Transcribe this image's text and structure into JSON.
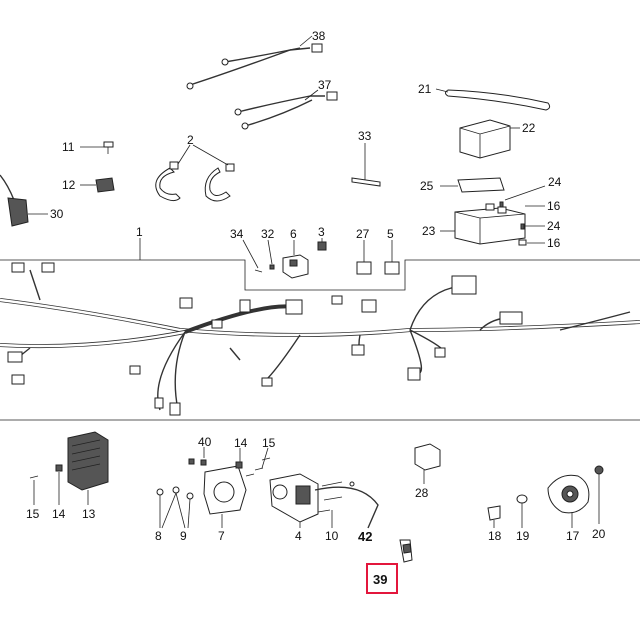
{
  "callouts": [
    {
      "id": "c38",
      "label": "38"
    },
    {
      "id": "c37",
      "label": "37"
    },
    {
      "id": "c21",
      "label": "21"
    },
    {
      "id": "c22",
      "label": "22"
    },
    {
      "id": "c11",
      "label": "11"
    },
    {
      "id": "c2",
      "label": "2"
    },
    {
      "id": "c33",
      "label": "33"
    },
    {
      "id": "c12",
      "label": "12"
    },
    {
      "id": "c30",
      "label": "30"
    },
    {
      "id": "c25",
      "label": "25"
    },
    {
      "id": "c24a",
      "label": "24"
    },
    {
      "id": "c16a",
      "label": "16"
    },
    {
      "id": "c24b",
      "label": "24"
    },
    {
      "id": "c16b",
      "label": "16"
    },
    {
      "id": "c23",
      "label": "23"
    },
    {
      "id": "c1",
      "label": "1"
    },
    {
      "id": "c34",
      "label": "34"
    },
    {
      "id": "c32",
      "label": "32"
    },
    {
      "id": "c6",
      "label": "6"
    },
    {
      "id": "c3",
      "label": "3"
    },
    {
      "id": "c27",
      "label": "27"
    },
    {
      "id": "c5",
      "label": "5"
    },
    {
      "id": "c40",
      "label": "40"
    },
    {
      "id": "c14a",
      "label": "14"
    },
    {
      "id": "c15a",
      "label": "15"
    },
    {
      "id": "c28",
      "label": "28"
    },
    {
      "id": "c15b",
      "label": "15"
    },
    {
      "id": "c14b",
      "label": "14"
    },
    {
      "id": "c13",
      "label": "13"
    },
    {
      "id": "c8",
      "label": "8"
    },
    {
      "id": "c9",
      "label": "9"
    },
    {
      "id": "c7",
      "label": "7"
    },
    {
      "id": "c4",
      "label": "4"
    },
    {
      "id": "c10",
      "label": "10"
    },
    {
      "id": "c42",
      "label": "42"
    },
    {
      "id": "c18",
      "label": "18"
    },
    {
      "id": "c19",
      "label": "19"
    },
    {
      "id": "c17",
      "label": "17"
    },
    {
      "id": "c20",
      "label": "20"
    },
    {
      "id": "c39",
      "label": "39"
    }
  ],
  "highlight": {
    "label": "39",
    "color": "#e3163c"
  }
}
